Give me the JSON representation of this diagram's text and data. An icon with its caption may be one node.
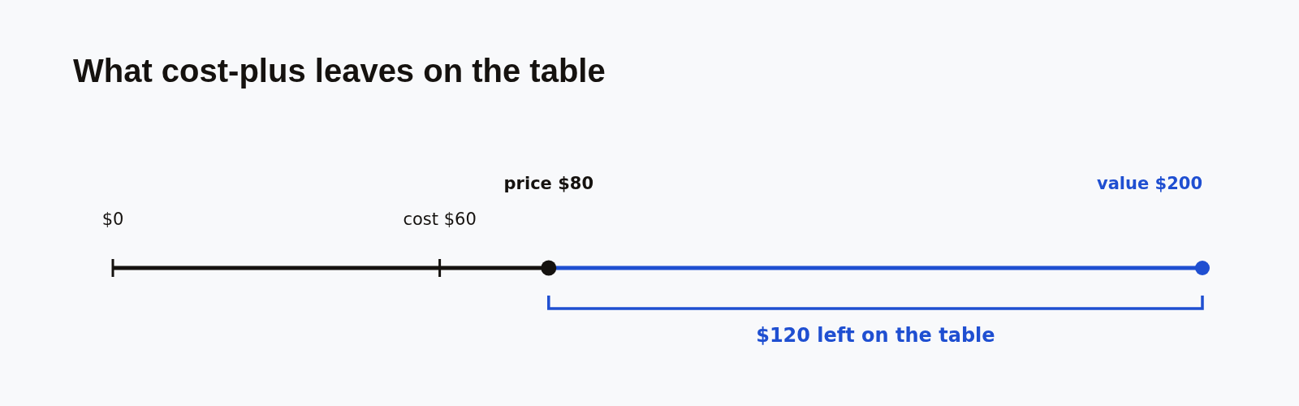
{
  "diagram": {
    "title": "What cost-plus leaves on the table",
    "labels": [
      "price $80",
      "value $200",
      "$0",
      "cost $60",
      "$120 left on the table"
    ]
  }
}
